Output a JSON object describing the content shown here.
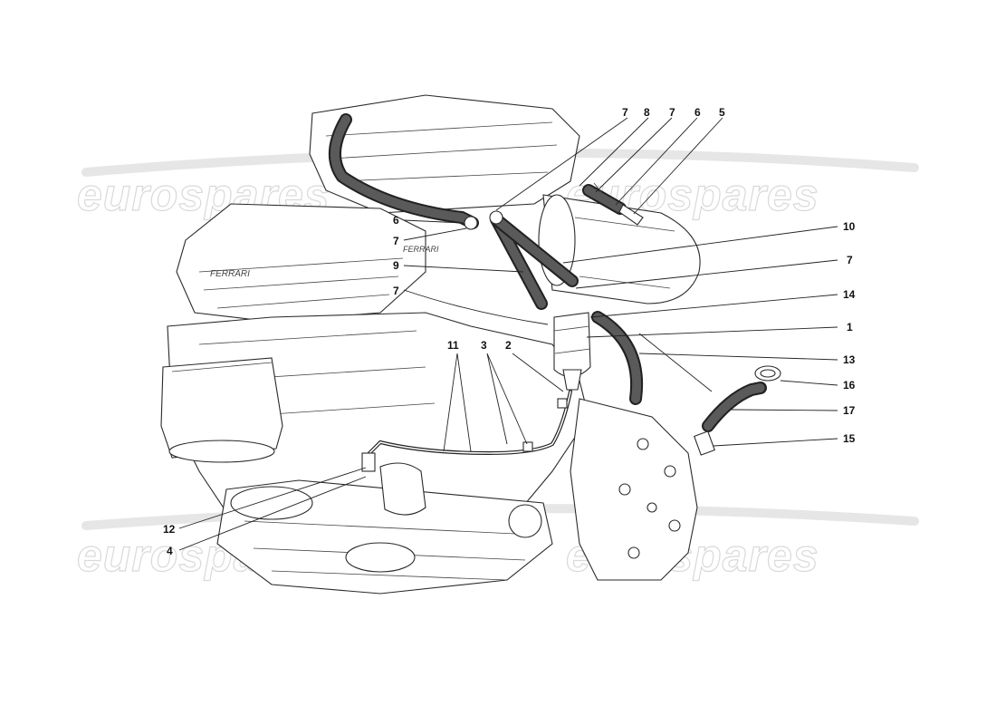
{
  "watermark": {
    "text": "eurospares"
  },
  "callouts": [
    {
      "id": "c7-top-a",
      "label": "7"
    },
    {
      "id": "c8-top",
      "label": "8"
    },
    {
      "id": "c7-top-b",
      "label": "7"
    },
    {
      "id": "c6-top",
      "label": "6"
    },
    {
      "id": "c5-top",
      "label": "5"
    },
    {
      "id": "c6-left",
      "label": "6"
    },
    {
      "id": "c7-left-a",
      "label": "7"
    },
    {
      "id": "c9-left",
      "label": "9"
    },
    {
      "id": "c7-left-b",
      "label": "7"
    },
    {
      "id": "c10-right",
      "label": "10"
    },
    {
      "id": "c7-right",
      "label": "7"
    },
    {
      "id": "c14-right",
      "label": "14"
    },
    {
      "id": "c1-right",
      "label": "1"
    },
    {
      "id": "c13-right",
      "label": "13"
    },
    {
      "id": "c16-right",
      "label": "16"
    },
    {
      "id": "c17-right",
      "label": "17"
    },
    {
      "id": "c15-right",
      "label": "15"
    },
    {
      "id": "c11-mid",
      "label": "11"
    },
    {
      "id": "c3-mid",
      "label": "3"
    },
    {
      "id": "c2-mid",
      "label": "2"
    },
    {
      "id": "c12-bottom",
      "label": "12"
    },
    {
      "id": "c4-bottom",
      "label": "4"
    }
  ]
}
